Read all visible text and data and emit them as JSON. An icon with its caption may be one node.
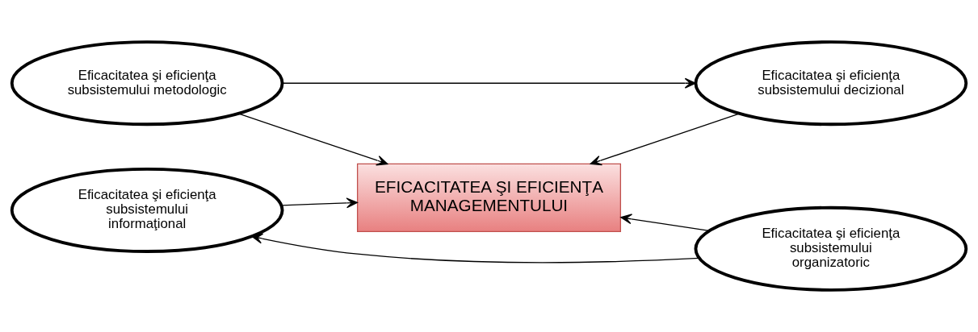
{
  "diagram": {
    "nodes": [
      {
        "text": [
          "Eficacitatea şi eficienţa subsistemului metodologic"
        ]
      },
      {
        "text": [
          "Eficacitatea şi eficienţa subsistemului decizional"
        ]
      },
      {
        "text": [
          "EFICACITATEA ŞI EFICIENŢA MANAGEMENTULUI"
        ]
      },
      {
        "text": [
          "Eficacitatea şi eficienţa subsistemului informaţional"
        ]
      },
      {
        "text": [
          "Eficacitatea şi eficienţa subsistemului organizatoric"
        ]
      }
    ],
    "edges": [
      {
        "from": 0,
        "to": 1,
        "arrow": "to"
      },
      {
        "from": 0,
        "to": 2,
        "arrow": "to"
      },
      {
        "from": 1,
        "to": 2,
        "arrow": "to"
      },
      {
        "from": 3,
        "to": 2,
        "arrow": "to"
      },
      {
        "from": 4,
        "to": 2,
        "arrow": "to"
      },
      {
        "from": 4,
        "to": 3,
        "arrow": "to"
      }
    ]
  }
}
